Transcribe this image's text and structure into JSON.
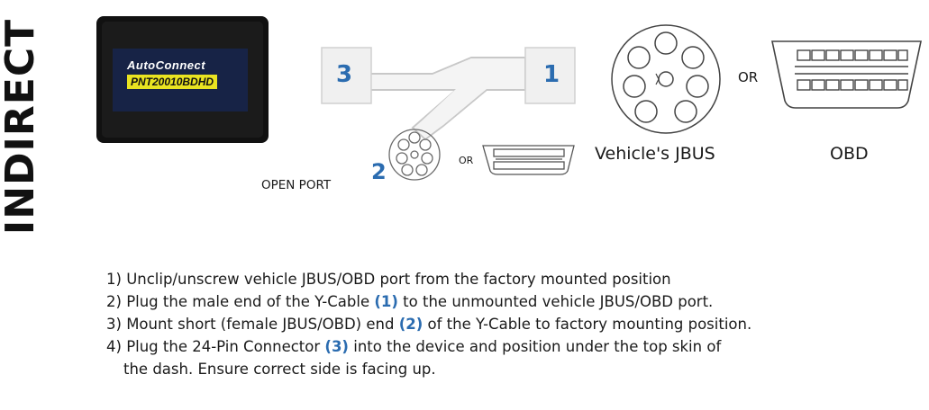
{
  "side_title": "INDIRECT",
  "device": {
    "brand": "AutoConnect",
    "model": "PNT20010BDHD"
  },
  "callouts": {
    "n1": "1",
    "n2": "2",
    "n3": "3"
  },
  "labels": {
    "open_port": "OPEN PORT",
    "or_small": "OR",
    "or_large": "OR",
    "jbus": "Vehicle's JBUS",
    "obd": "OBD"
  },
  "steps": [
    {
      "num": "1)",
      "pre": "Unclip/unscrew vehicle JBUS/OBD port from the factory mounted position",
      "ref": "",
      "post": ""
    },
    {
      "num": "2)",
      "pre": "Plug the male end of the Y-Cable ",
      "ref": "(1)",
      "post": " to the unmounted vehicle JBUS/OBD port."
    },
    {
      "num": "3)",
      "pre": "Mount short (female JBUS/OBD) end ",
      "ref": "(2)",
      "post": " of the Y-Cable to factory mounting position."
    },
    {
      "num": "4)",
      "pre": "Plug the 24-Pin Connector ",
      "ref": "(3)",
      "post": " into the device and position under the top skin of",
      "cont": "the dash. Ensure correct side is facing up."
    }
  ],
  "colors": {
    "accent_blue": "#2b6cb0",
    "label_yellow": "#e9e321",
    "box_fill": "#f0f0f0"
  }
}
